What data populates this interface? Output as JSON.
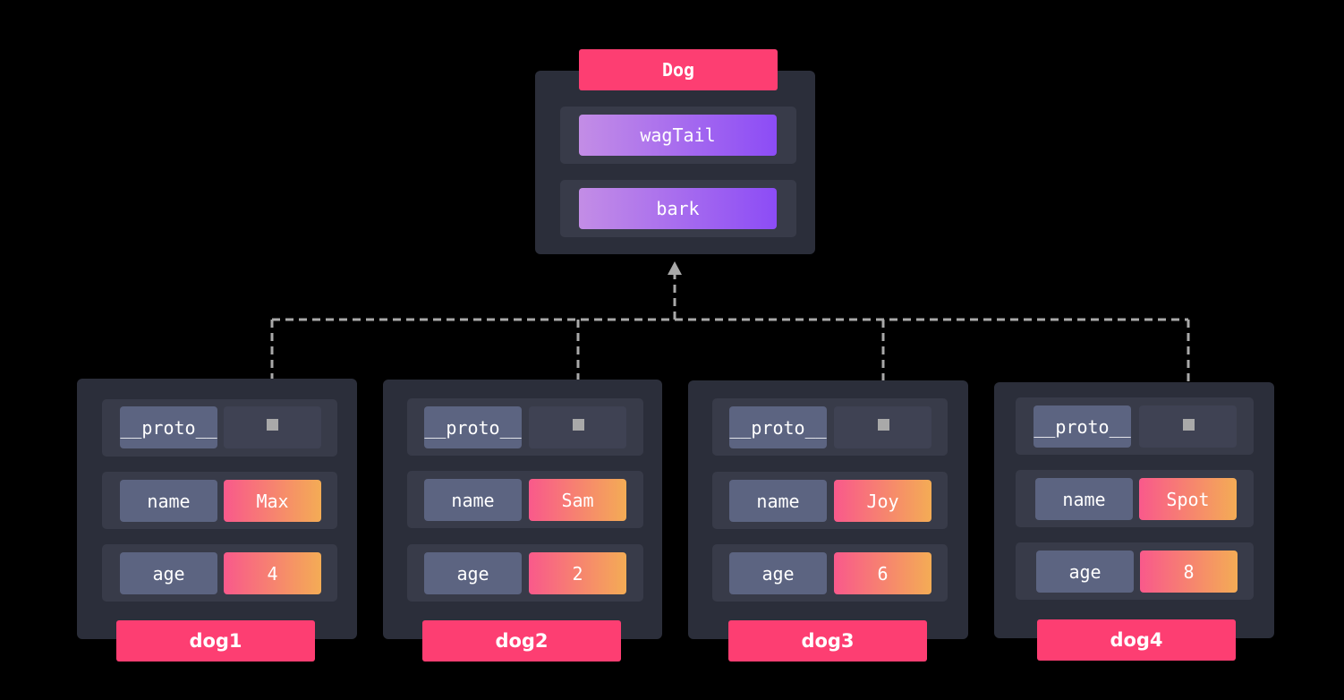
{
  "prototype": {
    "title": "Dog",
    "methods": [
      "wagTail",
      "bark"
    ]
  },
  "instances": [
    {
      "label": "dog1",
      "proto_key": "__proto__",
      "name_key": "name",
      "name_value": "Max",
      "age_key": "age",
      "age_value": "4"
    },
    {
      "label": "dog2",
      "proto_key": "__proto__",
      "name_key": "name",
      "name_value": "Sam",
      "age_key": "age",
      "age_value": "2"
    },
    {
      "label": "dog3",
      "proto_key": "__proto__",
      "name_key": "name",
      "name_value": "Joy",
      "age_key": "age",
      "age_value": "6"
    },
    {
      "label": "dog4",
      "proto_key": "__proto__",
      "name_key": "name",
      "name_value": "Spot",
      "age_key": "age",
      "age_value": "8"
    }
  ],
  "colors": {
    "background": "#000000",
    "panel": "#2b2e3a",
    "row": "#383b49",
    "key_chip": "#5c6481",
    "label_tag": "#fd3e72",
    "method_gradient": [
      "#c38de6",
      "#8c4cf6"
    ],
    "value_gradient": [
      "#f9598b",
      "#f4ac55"
    ],
    "connector": "#a9a9a9"
  }
}
